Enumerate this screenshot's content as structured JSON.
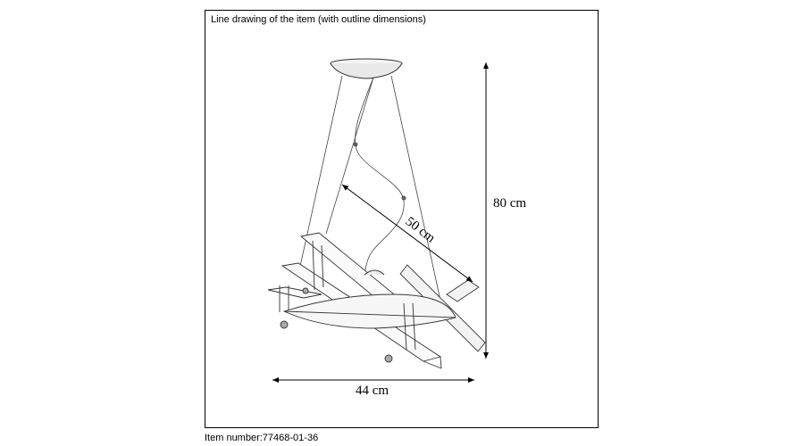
{
  "caption": "Line drawing of the item (with outline dimensions)",
  "item_number": "Item number:77468-01-36",
  "dimensions": {
    "height": "80 cm",
    "diagonal": "50 cm",
    "width": "44 cm"
  }
}
